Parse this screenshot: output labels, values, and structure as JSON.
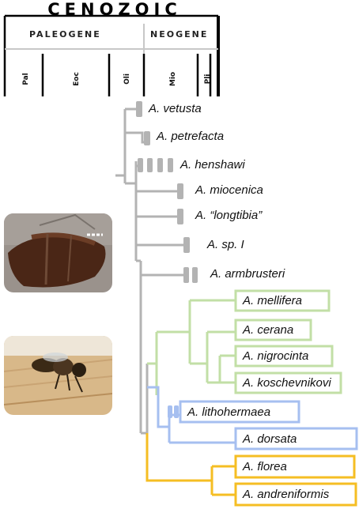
{
  "timescale": {
    "era": "CENOZOIC",
    "periods": [
      "PALEOGENE",
      "NEOGENE"
    ],
    "epochs": [
      "Pal",
      "Eoc",
      "Oli",
      "Mio",
      "Pli"
    ]
  },
  "taxa": {
    "vetusta": "A. vetusta",
    "petrefacta": "A. petrefacta",
    "henshawi": "A. henshawi",
    "miocenica": "A. miocenica",
    "longtibia": "A. “longtibia”",
    "sp1": "A. sp. I",
    "armbrusteri": "A. armbrusteri",
    "mellifera": "A. mellifera",
    "cerana": "A. cerana",
    "nigrocinta": "A. nigrocinta",
    "koschevnikovi": "A. koschevnikovi",
    "lithohermaea": "A. lithohermaea",
    "dorsata": "A. dorsata",
    "florea": "A. florea",
    "andreniformis": "A. andreniformis"
  },
  "colors": {
    "fossil": "#b3b3b3",
    "micrapis": "#f5be23",
    "megapis": "#a6bff0",
    "apis": "#c2dfa6"
  },
  "images": {
    "fossil_photo": "fossil bee specimen",
    "live_photo": "honeybee on wooden hive frame"
  }
}
